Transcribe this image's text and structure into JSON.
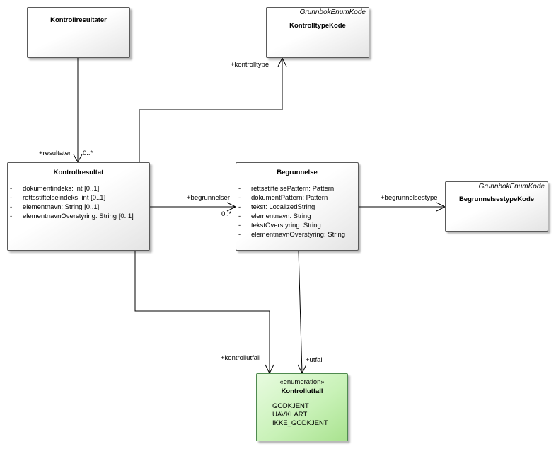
{
  "classes": {
    "kontrollresultater": {
      "name": "Kontrollresultater"
    },
    "kontrolltypekode": {
      "stereotype": "GrunnbokEnumKode",
      "name": "KontrolltypeKode"
    },
    "kontrollresultat": {
      "name": "Kontrollresultat",
      "attributes": [
        {
          "vis": "-",
          "text": "dokumentindeks: int [0..1]"
        },
        {
          "vis": "-",
          "text": "rettsstiftelseindeks: int [0..1]"
        },
        {
          "vis": "-",
          "text": "elementnavn: String [0..1]"
        },
        {
          "vis": "-",
          "text": "elementnavnOverstyring: String [0..1]"
        }
      ]
    },
    "begrunnelse": {
      "name": "Begrunnelse",
      "attributes": [
        {
          "vis": "-",
          "text": "rettsstiftelsePattern: Pattern"
        },
        {
          "vis": "-",
          "text": "dokumentPattern: Pattern"
        },
        {
          "vis": "-",
          "text": "tekst: LocalizedString"
        },
        {
          "vis": "-",
          "text": "elementnavn: String"
        },
        {
          "vis": "-",
          "text": "tekstOverstyring: String"
        },
        {
          "vis": "-",
          "text": "elementnavnOverstyring: String"
        }
      ]
    },
    "begrunnelsestypekode": {
      "stereotype": "GrunnbokEnumKode",
      "name": "BegrunnelsestypeKode"
    },
    "kontrollutfall": {
      "stereotype": "«enumeration»",
      "name": "Kontrollutfall",
      "literals": [
        "GODKJENT",
        "UAVKLART",
        "IKKE_GODKJENT"
      ]
    }
  },
  "associations": {
    "resultater": {
      "role": "+resultater",
      "multiplicity": "0..*"
    },
    "kontrolltype": {
      "role": "+kontrolltype"
    },
    "begrunnelser": {
      "role": "+begrunnelser",
      "multiplicity": "0..*"
    },
    "begrunnelsestype": {
      "role": "+begrunnelsestype"
    },
    "kontrollutfall": {
      "role": "+kontrollutfall"
    },
    "utfall": {
      "role": "+utfall"
    }
  },
  "colors": {
    "line": "#000000",
    "class_border": "#5a5a5a",
    "enum_fill": "#c9f2b8"
  }
}
